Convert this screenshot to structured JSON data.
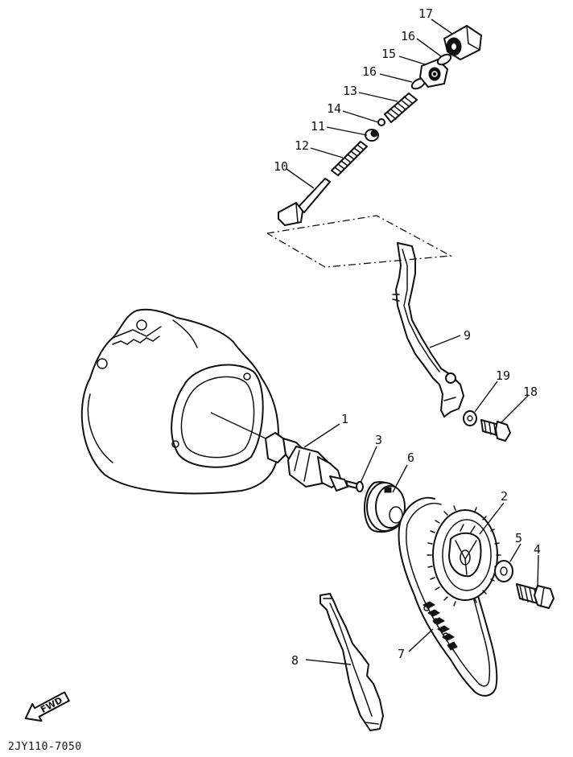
{
  "diagram_code": "2JY110-7050",
  "direction_label": "FWD",
  "labels": {
    "p1": "1",
    "p2": "2",
    "p3": "3",
    "p4": "4",
    "p5": "5",
    "p6": "6",
    "p7": "7",
    "p8": "8",
    "p9": "9",
    "p10": "10",
    "p11": "11",
    "p12": "12",
    "p13": "13",
    "p14": "14",
    "p15": "15",
    "p16a": "16",
    "p16b": "16",
    "p17": "17",
    "p18": "18",
    "p19": "19"
  }
}
